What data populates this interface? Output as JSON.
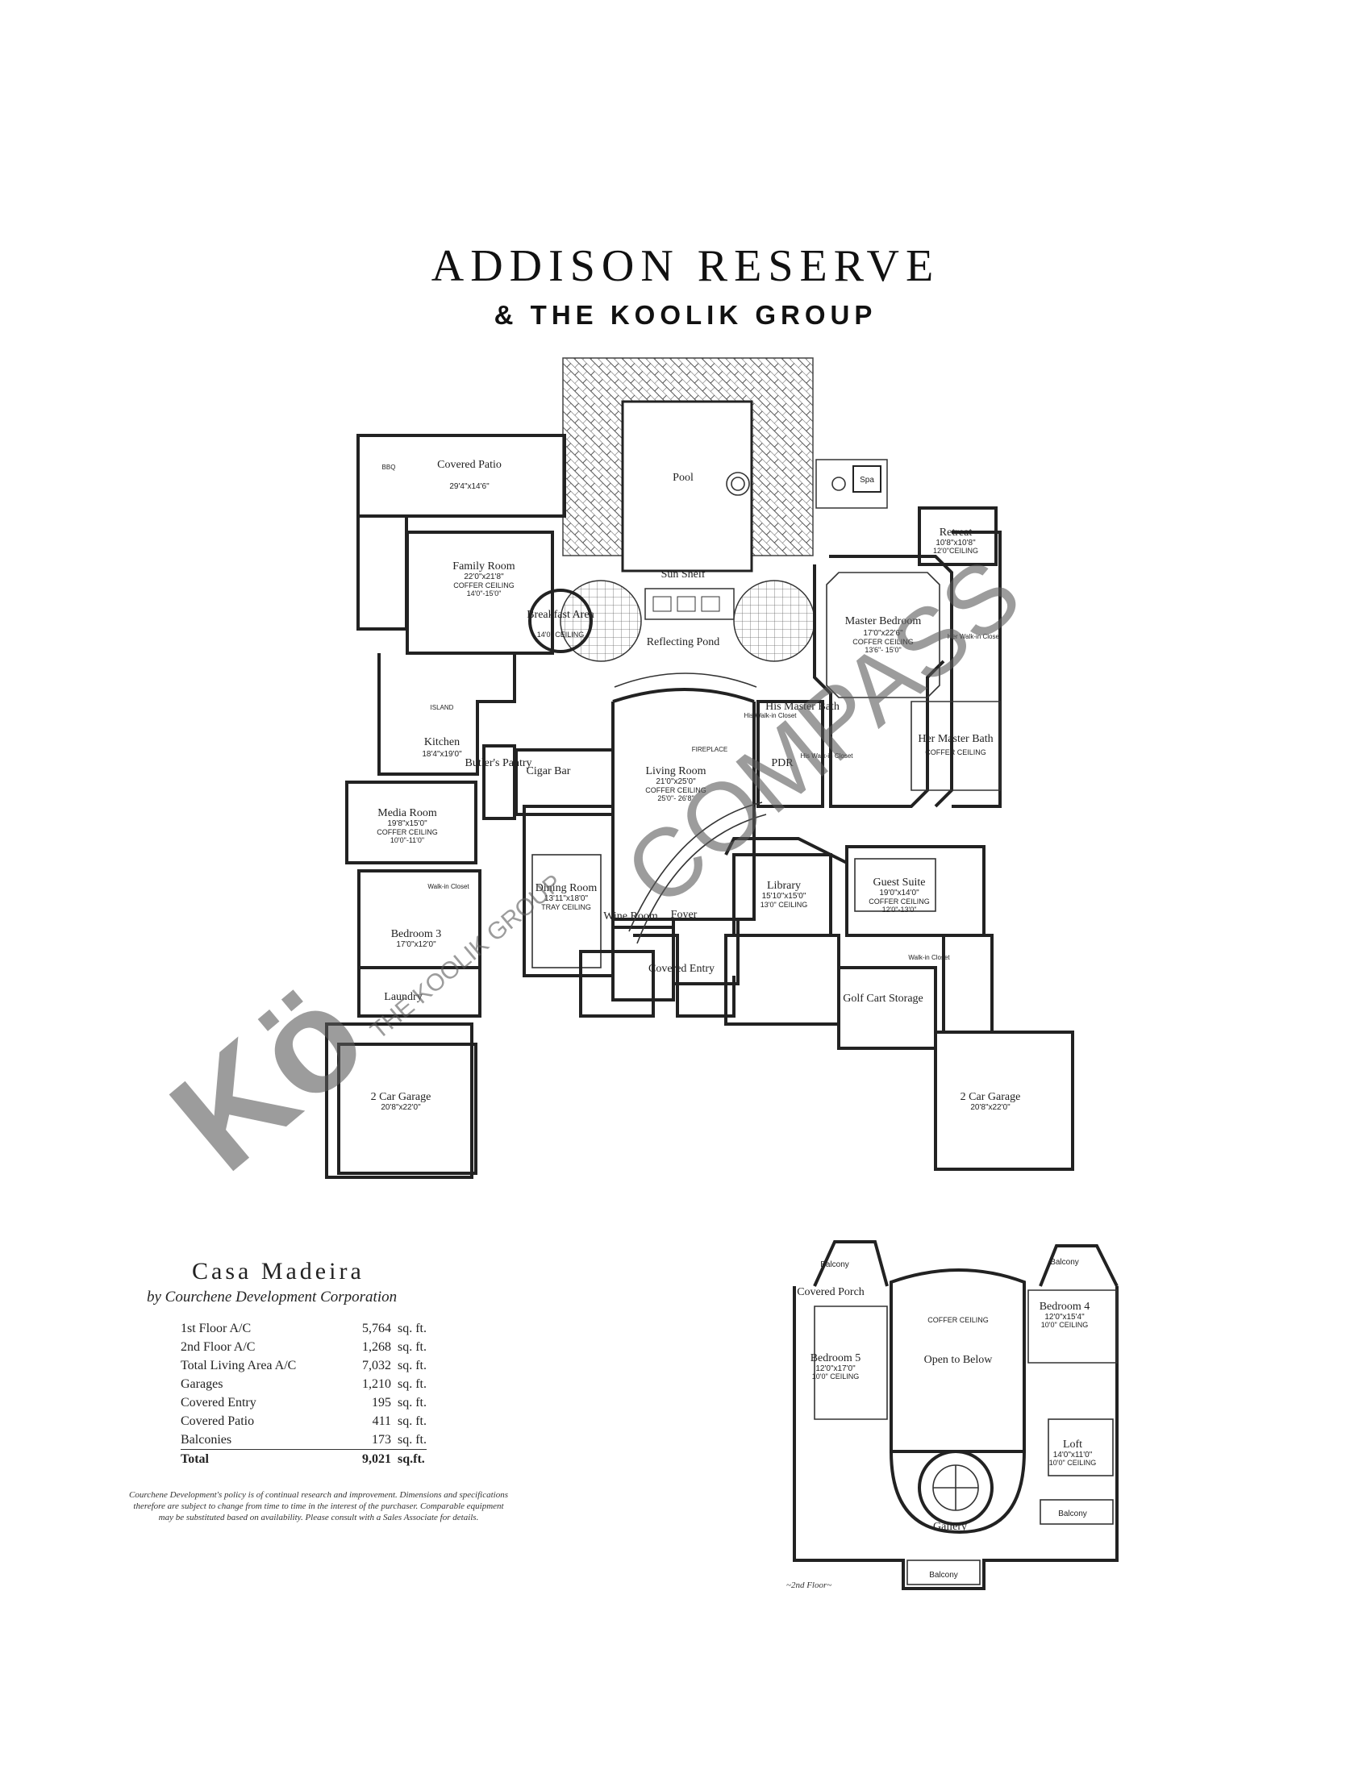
{
  "header": {
    "title": "ADDISON RESERVE",
    "subtitle": "& THE KOOLIK GROUP"
  },
  "rooms_floor1": {
    "bbq": "BBQ",
    "covered_patio": {
      "name": "Covered Patio",
      "dims": "29'4\"x14'6\""
    },
    "pool": "Pool",
    "spa": "Spa",
    "retreat": {
      "name": "Retreat",
      "dims": "10'8\"x10'8\"",
      "ceiling": "12'0\"CEILING"
    },
    "family_room": {
      "name": "Family Room",
      "dims": "22'0\"x21'8\"",
      "ceiling": "COFFER CEILING",
      "height": "14'0\"-15'0\""
    },
    "breakfast": {
      "name": "Breakfast Area",
      "ceiling": "14'0\" CEILING"
    },
    "sun_shelf": "Sun Shelf",
    "reflecting_pond": "Reflecting Pond",
    "master_bedroom": {
      "name": "Master Bedroom",
      "dims": "17'0\"x22'6\"",
      "ceiling": "COFFER CEILING",
      "height": "13'6\"- 15'0\""
    },
    "her_walkin": "Her Walk-in Closet",
    "his_master_bath": "His Master Bath",
    "his_walkin_1": "His Walk-in Closet",
    "his_walkin_2": "His Walk-in Closet",
    "her_master_bath": {
      "name": "Her Master Bath",
      "ceiling": "COFFER CEILING"
    },
    "kitchen": {
      "name": "Kitchen",
      "dims": "18'4\"x19'0\""
    },
    "island": "ISLAND",
    "butlers_pantry": "Butler's Pantry",
    "cigar_bar": "Cigar Bar",
    "living_room": {
      "name": "Living Room",
      "dims": "21'0\"x25'0\"",
      "ceiling": "COFFER CEILING",
      "height": "25'0\"- 26'8\""
    },
    "fireplace": "FIREPLACE",
    "pdr": "PDR",
    "media_room": {
      "name": "Media Room",
      "dims": "19'8\"x15'0\"",
      "ceiling": "COFFER CEILING",
      "height": "10'0\"-11'0\""
    },
    "dining_room": {
      "name": "Dining Room",
      "dims": "13'11\"x18'0\"",
      "ceiling": "TRAY CEILING"
    },
    "wine_room": "Wine Room",
    "foyer": "Foyer",
    "library": {
      "name": "Library",
      "dims": "15'10\"x15'0\"",
      "ceiling": "13'0\" CEILING"
    },
    "guest_suite": {
      "name": "Guest Suite",
      "dims": "19'0\"x14'0\"",
      "ceiling": "COFFER CEILING",
      "height": "12'0\"-13'0\""
    },
    "bedroom3": {
      "name": "Bedroom 3",
      "dims": "17'0\"x12'0\""
    },
    "bed3_walkin": "Walk-in Closet",
    "covered_entry": "Covered Entry",
    "laundry": "Laundry",
    "golf_cart": "Golf Cart Storage",
    "guest_walkin": "Walk-in Closet",
    "garage_left": {
      "name": "2 Car Garage",
      "dims": "20'8\"x22'0\""
    },
    "garage_right": {
      "name": "2 Car Garage",
      "dims": "20'8\"x22'0\""
    }
  },
  "rooms_floor2": {
    "balcony_tl": "Balcony",
    "covered_porch": "Covered Porch",
    "coffer_ceiling": "COFFER CEILING",
    "open_below": "Open to Below",
    "balcony_tr": "Balcony",
    "bedroom4": {
      "name": "Bedroom 4",
      "dims": "12'0\"x15'4\"",
      "ceiling": "10'0\" CEILING"
    },
    "bedroom5": {
      "name": "Bedroom 5",
      "dims": "12'0\"x17'0\"",
      "ceiling": "10'0\" CEILING"
    },
    "loft": {
      "name": "Loft",
      "dims": "14'0\"x11'0\"",
      "ceiling": "10'0\" CEILING"
    },
    "gallery": "Gallery",
    "balcony_r": "Balcony",
    "balcony_b": "Balcony",
    "floor_label": "~2nd Floor~"
  },
  "watermarks": {
    "compass": "COMPASS",
    "koolik_mark": "Kö",
    "koolik_name": "THE KOOLIK GROUP"
  },
  "summary": {
    "plan_name": "Casa Madeira",
    "builder": "by Courchene Development Corporation",
    "rows": [
      {
        "label": "1st Floor A/C",
        "value": "5,764",
        "unit": "sq. ft."
      },
      {
        "label": "2nd Floor A/C",
        "value": "1,268",
        "unit": "sq. ft."
      },
      {
        "label": "Total Living Area A/C",
        "value": "7,032",
        "unit": "sq. ft."
      },
      {
        "label": "Garages",
        "value": "1,210",
        "unit": "sq. ft."
      },
      {
        "label": "Covered Entry",
        "value": "195",
        "unit": "sq. ft."
      },
      {
        "label": "Covered Patio",
        "value": "411",
        "unit": "sq. ft."
      },
      {
        "label": "Balconies",
        "value": "173",
        "unit": "sq. ft."
      }
    ],
    "total": {
      "label": "Total",
      "value": "9,021",
      "unit": "sq.ft."
    },
    "disclaimer": "Courchene Development's policy is of continual research and improvement. Dimensions and specifications therefore are subject to change from time to time in the interest of the purchaser. Comparable equipment may be substituted based on availability. Please consult with a Sales Associate for details."
  }
}
